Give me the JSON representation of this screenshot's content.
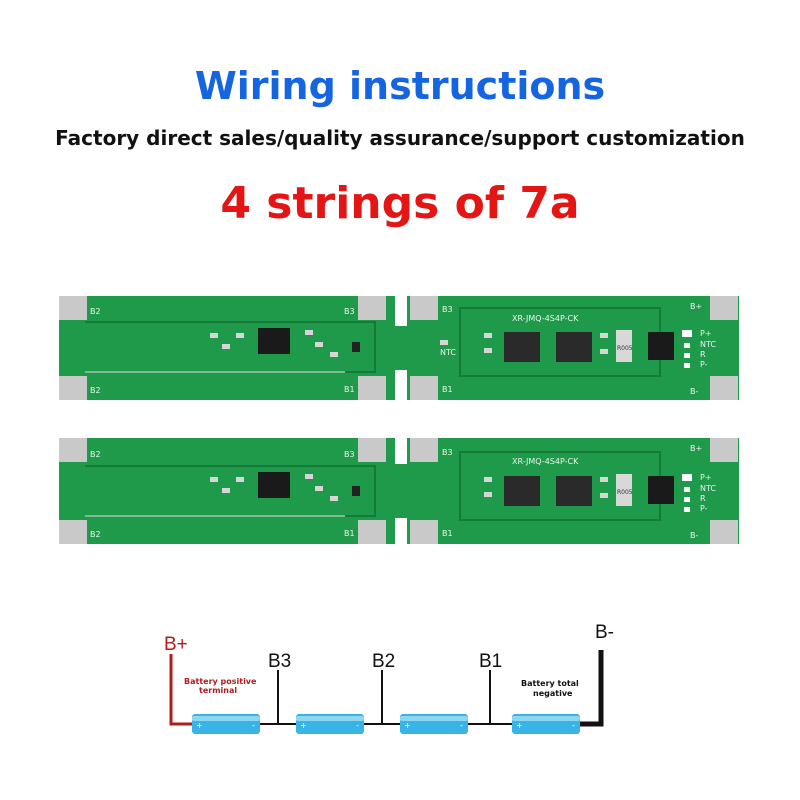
{
  "header": {
    "title": "Wiring instructions",
    "subtitle": "Factory direct sales/quality assurance/support customization",
    "headline": "4 strings of 7a"
  },
  "colors": {
    "title": "#1565e0",
    "headline": "#e41515",
    "pcb": "#1f9a4a",
    "pcb_dark": "#147a36",
    "pad": "#c9c9c9",
    "battery": "#39b4e4",
    "wire": "#111111",
    "positive": "#b31b1b"
  },
  "board": {
    "model_text": "XR-JMQ-4S4P-CK",
    "pads": {
      "b2": "B2",
      "b3": "B3",
      "b1": "B1",
      "b_plus": "B+",
      "b_minus": "B-",
      "p_plus": "P+",
      "ntc": "NTC",
      "r": "R",
      "p_minus": "P-"
    },
    "resistor_code": "R005"
  },
  "wiring": {
    "b_plus": "B+",
    "b_minus": "B-",
    "b3": "B3",
    "b2": "B2",
    "b1": "B1",
    "positive_note_line1": "Battery positive",
    "positive_note_line2": "terminal",
    "negative_note_line1": "Battery total",
    "negative_note_line2": "negative"
  }
}
